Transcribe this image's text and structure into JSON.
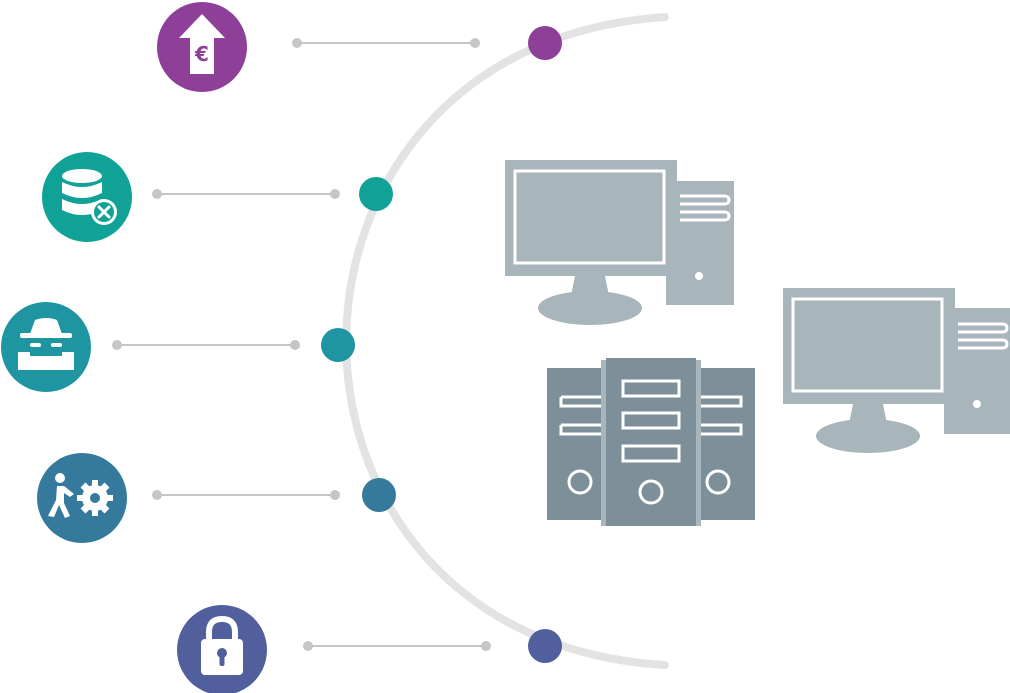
{
  "colors": {
    "background": "#ffffff",
    "arc": "#e3e3e3",
    "connector": "#c6c6c6",
    "device_light": "#a8b5bb",
    "device_dark": "#7d8f99",
    "screen_frame": "#ffffff"
  },
  "nodes": [
    {
      "id": "revenue",
      "icon": "euro-up-arrow-icon",
      "color": "#8e3f98"
    },
    {
      "id": "data-loss",
      "icon": "database-error-icon",
      "color": "#10a197"
    },
    {
      "id": "spy",
      "icon": "spy-icon",
      "color": "#1e95a1"
    },
    {
      "id": "operations",
      "icon": "person-pushing-gears-icon",
      "color": "#357a9c"
    },
    {
      "id": "security",
      "icon": "padlock-icon",
      "color": "#515f9c"
    }
  ],
  "devices": [
    {
      "id": "workstation-1",
      "icon": "desktop-computer-icon"
    },
    {
      "id": "server-rack",
      "icon": "server-rack-icon"
    },
    {
      "id": "workstation-2",
      "icon": "desktop-computer-icon"
    }
  ]
}
